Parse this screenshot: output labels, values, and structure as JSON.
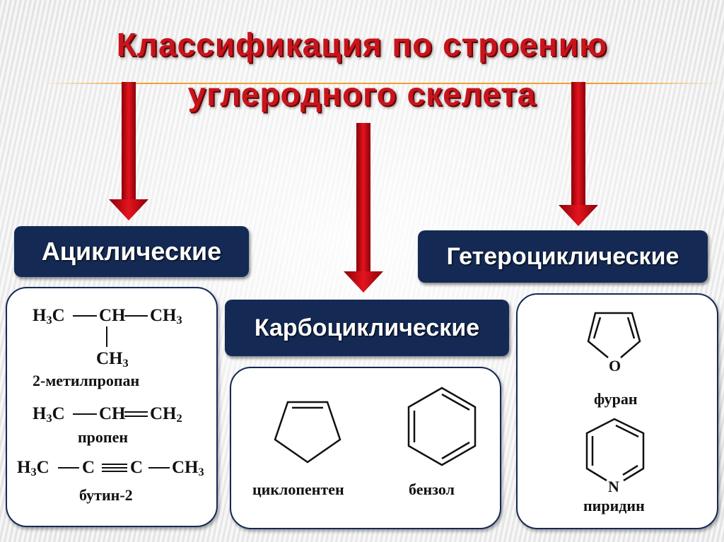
{
  "title": {
    "line1": "Классификация по строению",
    "line2": "углеродного скелета"
  },
  "categories": {
    "acyclic": "Ациклические",
    "carbocyclic": "Карбоциклические",
    "heterocyclic": "Гетероциклические"
  },
  "acyclic_examples": {
    "methylpropane": {
      "h3c": "H",
      "c_sub1": "3",
      "c1": "C",
      "ch": "CH",
      "ch3": "CH",
      "ch3_sub": "3",
      "branch": "CH",
      "branch_sub": "3",
      "name": "2-метилпропан"
    },
    "propene": {
      "h3c": "H",
      "c_sub1": "3",
      "c1": "C",
      "ch": "CH",
      "ch2": "CH",
      "ch2_sub": "2",
      "name": "пропен"
    },
    "butyne": {
      "h3c": "H",
      "c_sub1": "3",
      "c1": "C",
      "c2": "C",
      "c3": "C",
      "ch3": "CH",
      "ch3_sub": "3",
      "name": "бутин-2"
    }
  },
  "carbocyclic_examples": {
    "cyclopentene": "циклопентен",
    "benzene": "бензол"
  },
  "heterocyclic_examples": {
    "furan": "фуран",
    "furan_atom": "O",
    "pyridine": "пиридин",
    "pyridine_atom": "N"
  },
  "colors": {
    "title": "#c8141c",
    "label_bg": "#142a55",
    "arrow": "#c8101a"
  }
}
